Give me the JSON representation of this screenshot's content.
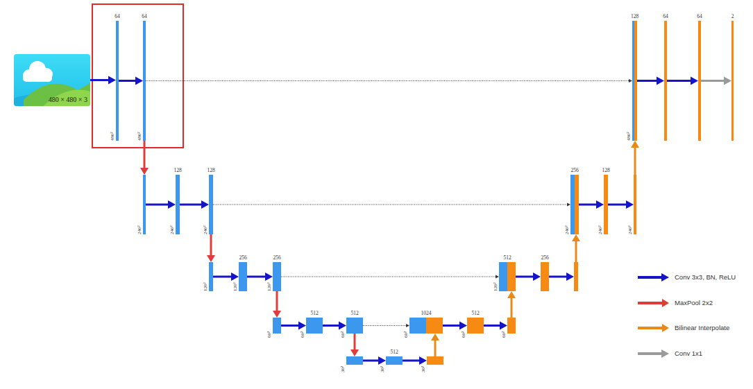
{
  "diagram": {
    "nodes": [
      {
        "text": [
          "480 × 480 × 3"
        ]
      },
      {
        "text": [
          "64",
          "480²"
        ]
      },
      {
        "text": [
          "64",
          "480²"
        ]
      },
      {
        "text": [
          "128",
          "480²"
        ]
      },
      {
        "text": [
          "64"
        ]
      },
      {
        "text": [
          "64"
        ]
      },
      {
        "text": [
          "2"
        ]
      },
      {
        "text": [
          "240²"
        ]
      },
      {
        "text": [
          "128",
          "240²"
        ]
      },
      {
        "text": [
          "128",
          "240²"
        ]
      },
      {
        "text": [
          "256",
          "240²"
        ]
      },
      {
        "text": [
          "128",
          "240²"
        ]
      },
      {
        "text": [
          "240²"
        ]
      },
      {
        "text": [
          "120²"
        ]
      },
      {
        "text": [
          "256",
          "120²"
        ]
      },
      {
        "text": [
          "256",
          "120²"
        ]
      },
      {
        "text": [
          "512",
          "120²"
        ]
      },
      {
        "text": [
          "256"
        ]
      },
      {
        "text": []
      },
      {
        "text": [
          "60²"
        ]
      },
      {
        "text": [
          "512",
          "60²"
        ]
      },
      {
        "text": [
          "512",
          "60²"
        ]
      },
      {
        "text": [
          "1024",
          "60²"
        ]
      },
      {
        "text": [
          "512",
          "60²"
        ]
      },
      {
        "text": [
          "60²"
        ]
      },
      {
        "text": [
          "30²"
        ]
      },
      {
        "text": [
          "512",
          "30²"
        ]
      },
      {
        "text": [
          "30²"
        ]
      }
    ],
    "edges": [
      {
        "from": 0,
        "to": 1,
        "arrow": "to"
      },
      {
        "from": 1,
        "to": 2,
        "arrow": "to"
      },
      {
        "from": 2,
        "to": 3,
        "arrow": "to"
      },
      {
        "from": 3,
        "to": 4,
        "arrow": "to"
      },
      {
        "from": 4,
        "to": 5,
        "arrow": "to"
      },
      {
        "from": 5,
        "to": 6,
        "arrow": "to"
      },
      {
        "from": 2,
        "to": 7,
        "arrow": "to"
      },
      {
        "from": 7,
        "to": 8,
        "arrow": "to"
      },
      {
        "from": 8,
        "to": 9,
        "arrow": "to"
      },
      {
        "from": 9,
        "to": 10,
        "arrow": "to"
      },
      {
        "from": 10,
        "to": 11,
        "arrow": "to"
      },
      {
        "from": 11,
        "to": 12,
        "arrow": "to"
      },
      {
        "from": 12,
        "to": 3,
        "arrow": "to"
      },
      {
        "from": 9,
        "to": 13,
        "arrow": "to"
      },
      {
        "from": 13,
        "to": 14,
        "arrow": "to"
      },
      {
        "from": 14,
        "to": 15,
        "arrow": "to"
      },
      {
        "from": 15,
        "to": 16,
        "arrow": "to"
      },
      {
        "from": 16,
        "to": 17,
        "arrow": "to"
      },
      {
        "from": 17,
        "to": 18,
        "arrow": "to"
      },
      {
        "from": 18,
        "to": 10,
        "arrow": "to"
      },
      {
        "from": 15,
        "to": 19,
        "arrow": "to"
      },
      {
        "from": 19,
        "to": 20,
        "arrow": "to"
      },
      {
        "from": 20,
        "to": 21,
        "arrow": "to"
      },
      {
        "from": 21,
        "to": 22,
        "arrow": "to"
      },
      {
        "from": 22,
        "to": 23,
        "arrow": "to"
      },
      {
        "from": 23,
        "to": 24,
        "arrow": "to"
      },
      {
        "from": 24,
        "to": 16,
        "arrow": "to"
      },
      {
        "from": 21,
        "to": 25,
        "arrow": "to"
      },
      {
        "from": 25,
        "to": 26,
        "arrow": "to"
      },
      {
        "from": 26,
        "to": 27,
        "arrow": "to"
      },
      {
        "from": 27,
        "to": 22,
        "arrow": "to"
      }
    ],
    "legend": [
      {
        "text": "Conv 3x3, BN, ReLU"
      },
      {
        "text": "MaxPool 2x2"
      },
      {
        "text": "Bilinear Interpolate"
      },
      {
        "text": "Conv 1x1"
      }
    ]
  }
}
